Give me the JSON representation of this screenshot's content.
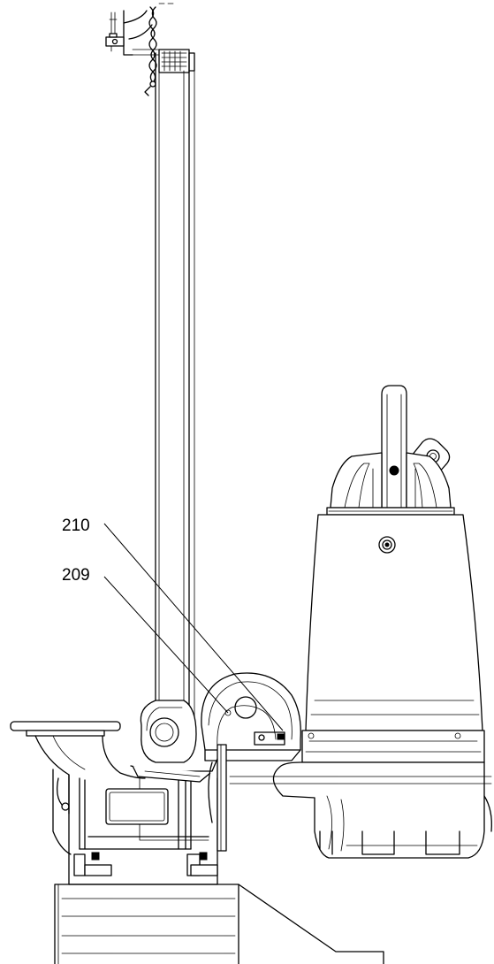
{
  "callouts": [
    {
      "id": "210",
      "label": "210"
    },
    {
      "id": "209",
      "label": "209"
    }
  ],
  "colors": {
    "line": "#000000",
    "background": "#ffffff"
  }
}
